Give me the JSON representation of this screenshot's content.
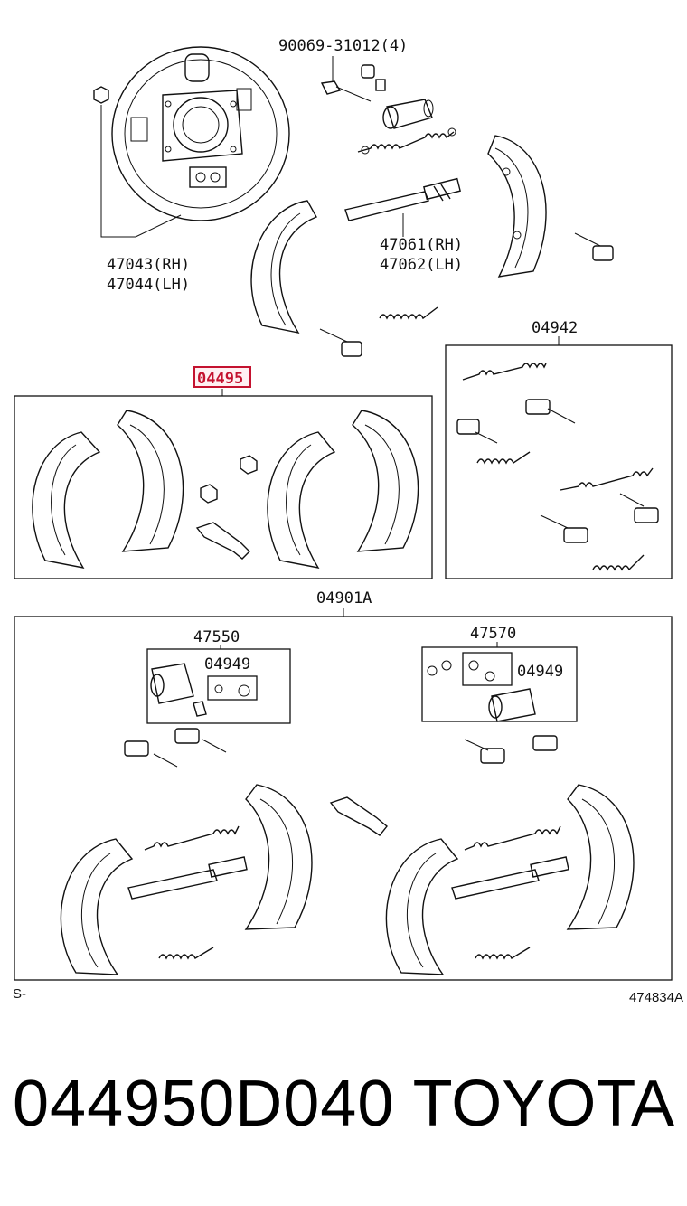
{
  "labels": {
    "bolt_top": "90069-31012(4)",
    "plate_rh": "47043(RH)",
    "plate_lh": "47044(LH)",
    "adjuster_rh": "47061(RH)",
    "adjuster_lh": "47062(LH)",
    "kit_04942": "04942",
    "kit_04495": "04495",
    "kit_04901a": "04901A",
    "cyl_left": "47550",
    "cyl_left_kit": "04949",
    "cyl_right": "47570",
    "cyl_right_kit": "04949",
    "corner_left": "S-",
    "corner_right": "474834A"
  },
  "footer": {
    "part_number": "044950D040",
    "brand": "TOYOTA"
  },
  "colors": {
    "highlight": "#c4122f",
    "line": "#111111"
  },
  "icons": [
    "backing-plate",
    "wheel-cylinder",
    "brake-shoe",
    "spring",
    "adjuster",
    "clip",
    "pin",
    "grease-tube"
  ]
}
